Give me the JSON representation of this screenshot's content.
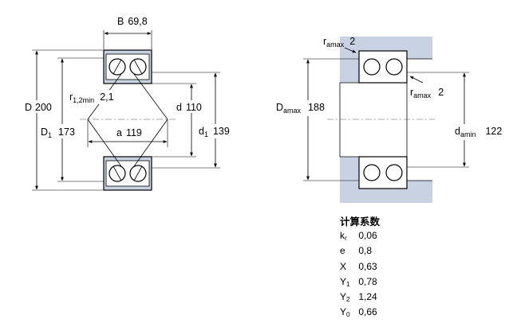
{
  "left_view": {
    "B": {
      "label": "B",
      "value": "69,8"
    },
    "D": {
      "label": "D",
      "value": "200"
    },
    "D1": {
      "label": "D",
      "sub": "1",
      "value": "173"
    },
    "r12": {
      "label": "r",
      "sub": "1,2min",
      "value": "2,1"
    },
    "a": {
      "label": "a",
      "value": "119"
    },
    "d": {
      "label": "d",
      "value": "110"
    },
    "d1": {
      "label": "d",
      "sub": "1",
      "value": "139"
    }
  },
  "right_view": {
    "ramax_top": {
      "label": "r",
      "sub": "amax",
      "value": "2"
    },
    "ramax_right": {
      "label": "r",
      "sub": "amax",
      "value": "2"
    },
    "Damax": {
      "label": "D",
      "sub": "amax",
      "value": "188"
    },
    "damin": {
      "label": "d",
      "sub": "amin",
      "value": "122"
    }
  },
  "factors": {
    "title": "计算系数",
    "rows": [
      {
        "label": "k",
        "sub": "r",
        "value": "0,06"
      },
      {
        "label": "e",
        "sub": "",
        "value": "0,8"
      },
      {
        "label": "X",
        "sub": "",
        "value": "0,63"
      },
      {
        "label": "Y",
        "sub": "1",
        "value": "0,78"
      },
      {
        "label": "Y",
        "sub": "2",
        "value": "1,24"
      },
      {
        "label": "Y",
        "sub": "0",
        "value": "0,66"
      }
    ]
  },
  "colors": {
    "housing": "#c8d2e2",
    "line": "#000000",
    "centerline": "#555555"
  }
}
